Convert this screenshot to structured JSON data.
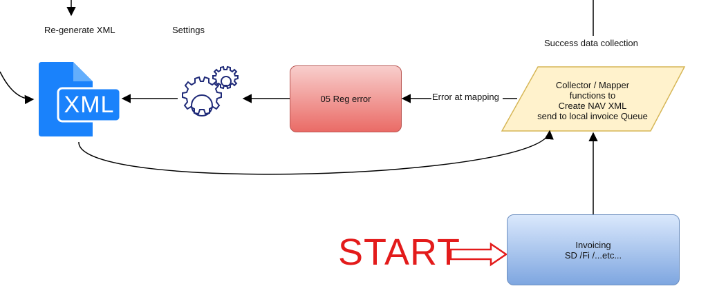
{
  "labels": {
    "regenerate": "Re-generate XML",
    "settings": "Settings",
    "success": "Success data collection",
    "error_mapping": "Error at mapping"
  },
  "nodes": {
    "reg_error": "05 Reg error",
    "mapper": {
      "line1": "Collector / Mapper",
      "line2": "functions to",
      "line3": "Create NAV XML",
      "line4": "send to local invoice Queue"
    },
    "invoicing": {
      "line1": "Invoicing",
      "line2": "SD /Fi /...etc..."
    },
    "xml_icon_text": "XML",
    "start": "START"
  },
  "colors": {
    "xml_blue": "#1a82fb",
    "gear_navy": "#1f2a78",
    "error_fill_top": "#f8cecc",
    "error_fill_bottom": "#ea6b66",
    "error_border": "#b85450",
    "mapper_fill": "#fff2cc",
    "mapper_border": "#d6b656",
    "invoicing_fill_top": "#dae8fc",
    "invoicing_fill_bottom": "#7ea6e0",
    "invoicing_border": "#6c8ebf",
    "start_red": "#e31b1b"
  },
  "icons": [
    "xml-file-icon",
    "settings-gears-icon",
    "start-arrow-icon"
  ]
}
